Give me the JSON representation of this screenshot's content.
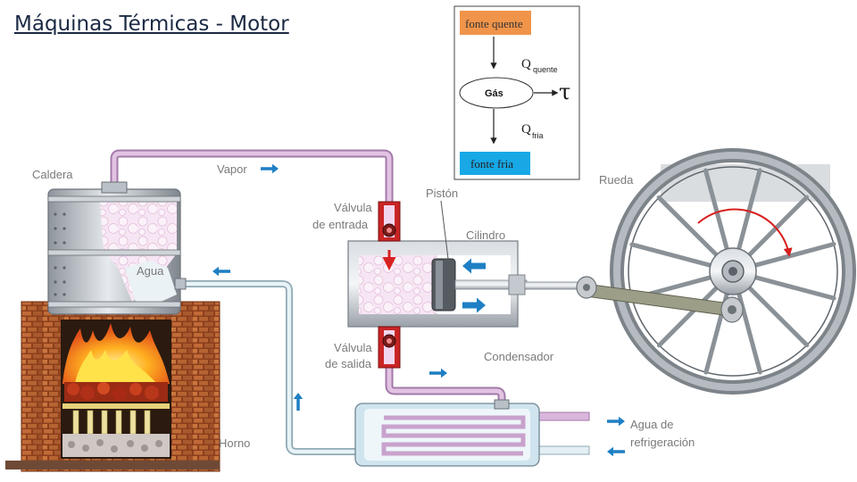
{
  "title": "Máquinas Térmicas  - Motor",
  "schema": {
    "hot_source": "fonte quente",
    "cold_source": "fonte fria",
    "gas": "Gás",
    "q_hot_symbol": "Q",
    "q_hot_sub": "quente",
    "q_cold_symbol": "Q",
    "q_cold_sub": "fria",
    "work_symbol": "τ",
    "hot_color": "#f0944a",
    "cold_color": "#18a8e6"
  },
  "labels": {
    "caldera": "Caldera",
    "vapor": "Vapor",
    "valvula_entrada_1": "Válvula",
    "valvula_entrada_2": "de entrada",
    "piston": "Pistón",
    "cilindro": "Cilindro",
    "rueda": "Rueda",
    "agua": "Agua",
    "valvula_salida_1": "Válvula",
    "valvula_salida_2": "de salida",
    "condensador": "Condensador",
    "horno": "Horno",
    "refrig_1": "Agua de",
    "refrig_2": "refrigeración"
  },
  "colors": {
    "steam_pipe": "#c9a0cc",
    "water_pipe": "#c8dde6",
    "flow_arrow": "#1e7fc4",
    "brick": "#9a4a22",
    "flame": "#f5a010",
    "valve": "#d62b2b",
    "steam_fill": "#f3dff0"
  }
}
